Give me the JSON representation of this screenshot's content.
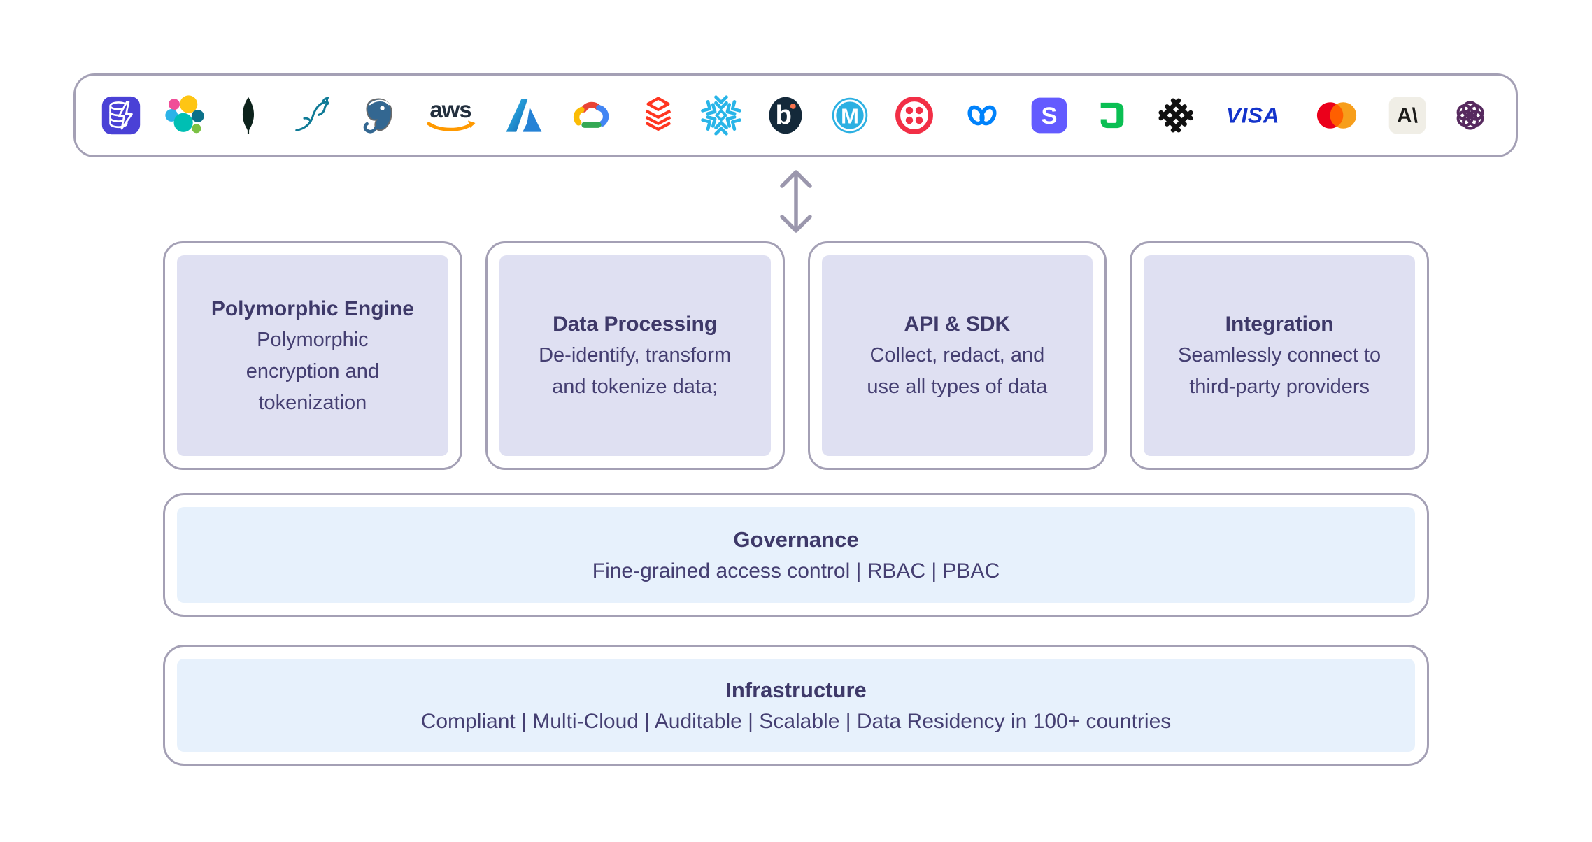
{
  "colors": {
    "border": "#a4a0b5",
    "feature_fill": "#dfe0f2",
    "layer_fill": "#e7f1fc",
    "heading_text": "#3e3969",
    "body_text": "#453f72",
    "arrow": "#9b97ad"
  },
  "logo_bar": {
    "logos": [
      {
        "name": "DynamoDB"
      },
      {
        "name": "Elasticsearch"
      },
      {
        "name": "MongoDB"
      },
      {
        "name": "MySQL"
      },
      {
        "name": "PostgreSQL"
      },
      {
        "name": "AWS",
        "glyph": "aws"
      },
      {
        "name": "Microsoft Azure"
      },
      {
        "name": "Google Cloud"
      },
      {
        "name": "Databricks"
      },
      {
        "name": "Snowflake"
      },
      {
        "name": "Braze",
        "glyph": "b"
      },
      {
        "name": "MuleSoft",
        "glyph": "M"
      },
      {
        "name": "Twilio"
      },
      {
        "name": "Meta"
      },
      {
        "name": "Stripe",
        "glyph": "S"
      },
      {
        "name": "Adyen"
      },
      {
        "name": "Plaid"
      },
      {
        "name": "Visa",
        "glyph": "VISA"
      },
      {
        "name": "Mastercard"
      },
      {
        "name": "Anthropic",
        "glyph": "A\\"
      },
      {
        "name": "OpenAI"
      }
    ]
  },
  "arrow": {
    "name": "bidirectional data flow"
  },
  "feature_boxes": [
    {
      "title": "Polymorphic Engine",
      "description": "Polymorphic encryption and tokenization"
    },
    {
      "title": "Data Processing",
      "description": "De-identify, transform and tokenize data;"
    },
    {
      "title": "API & SDK",
      "description": "Collect, redact, and use all types of data"
    },
    {
      "title": "Integration",
      "description": "Seamlessly connect to third-party providers"
    }
  ],
  "layers": {
    "governance": {
      "title": "Governance",
      "description": "Fine-grained access control | RBAC | PBAC"
    },
    "infrastructure": {
      "title": "Infrastructure",
      "description": "Compliant | Multi-Cloud | Auditable | Scalable  | Data Residency in 100+ countries"
    }
  }
}
